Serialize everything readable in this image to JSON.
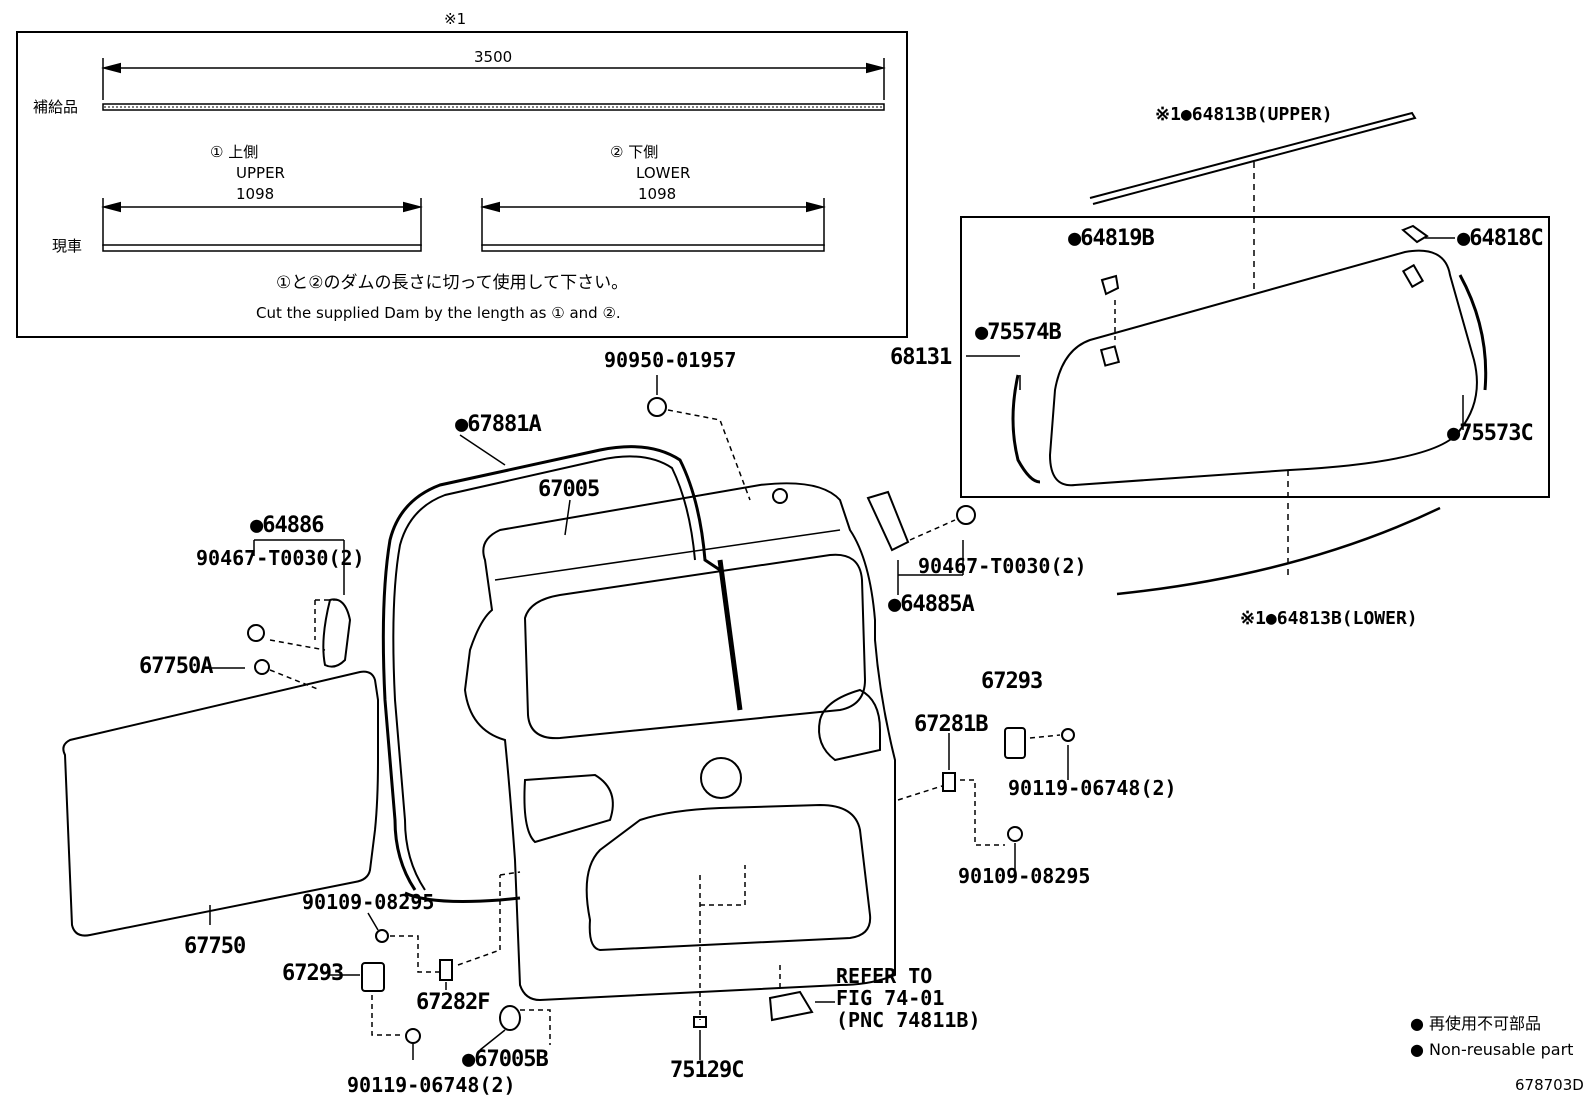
{
  "inset": {
    "note_mark": "※1",
    "full_length": "3500",
    "supply_label": "補給品",
    "current_label": "現車",
    "upper": {
      "num": "① 上側",
      "en": "UPPER",
      "len": "1098"
    },
    "lower": {
      "num": "② 下側",
      "en": "LOWER",
      "len": "1098"
    },
    "instruction_jp": "①と②のダムの長さに切って使用して下さい。",
    "instruction_en": "Cut the supplied Dam by the length as ① and ②."
  },
  "parts": {
    "p64813B_upper": "※1●64813B(UPPER)",
    "p64813B_lower": "※1●64813B(LOWER)",
    "p64819B": "●64819B",
    "p64818C": "●64818C",
    "p75574B": "●75574B",
    "p68131": "68131",
    "p75573C": "●75573C",
    "p90950": "90950-01957",
    "p67881A": "●67881A",
    "p67005": "67005",
    "p64886": "●64886",
    "p90467_left": "90467-T0030(2)",
    "p90467_right": "90467-T0030(2)",
    "p64885A": "●64885A",
    "p67750A": "67750A",
    "p67750": "67750",
    "p67293_right": "67293",
    "p67281B": "67281B",
    "p90119_right": "90119-06748(2)",
    "p90109_right": "90109-08295",
    "p90109_left": "90109-08295",
    "p67293_left": "67293",
    "p67282F": "67282F",
    "p67005B": "●67005B",
    "p90119_left": "90119-06748(2)",
    "p75129C": "75129C",
    "refer_1": "REFER TO",
    "refer_2": "FIG 74-01",
    "refer_3": "(PNC 74811B)"
  },
  "legend": {
    "line_jp": "● 再使用不可部品",
    "line_en": "● Non-reusable part"
  },
  "figure_id": "678703D"
}
